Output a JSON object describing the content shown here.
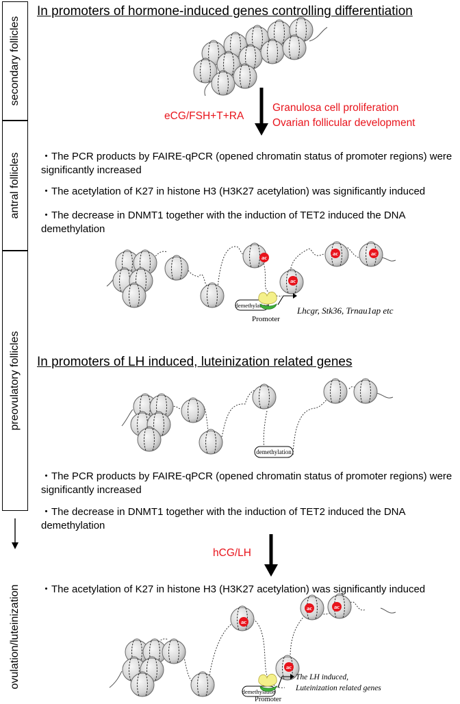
{
  "sidebar": {
    "secondary": "secondary follicles",
    "antral": "antral follicles",
    "preovulatory": "preovulatory follicles",
    "ovulation": "ovulation/luteinization"
  },
  "section1": {
    "heading": "In  promoters of hormone-induced genes controlling differentiation",
    "treatment": "eCG/FSH+T+RA",
    "effect_line1": "Granulosa cell proliferation",
    "effect_line2": "Ovarian follicular development",
    "bullets": [
      "The PCR products by FAIRE-qPCR (opened chromatin status of promoter regions) were significantly increased",
      "The acetylation of K27 in histone H3 (H3K27 acetylation)  was significantly induced",
      "The decrease in DNMT1 together with the induction of TET2 induced the DNA demethylation"
    ],
    "promoter_label": "Promoter",
    "demethylation_label": "demethylation",
    "genes_label": "Lhcgr, Stk36, Trnau1ap etc",
    "ac_label": "ac"
  },
  "section2": {
    "heading": "In  promoters of LH induced, luteinization related genes",
    "demethylation_label": "demethylation",
    "bullets": [
      "The PCR products by FAIRE-qPCR (opened chromatin status of promoter regions) were significantly increased",
      "The decrease in DNMT1 together with the induction of TET2 induced the DNA demethylation"
    ],
    "treatment": "hCG/LH",
    "bullet_after": "The acetylation of K27 in histone H3 (H3K27 acetylation)  was significantly induced",
    "promoter_label": "Promoter",
    "genes_line1": "The LH induced,",
    "genes_line2": "Luteinization related genes",
    "ac_label": "ac"
  },
  "colors": {
    "red_text": "#e8141c",
    "acetyl_marker": "#e8141c",
    "factor_yellow": "#f4f08a",
    "factor_green": "#3fb23a",
    "nucleosome_gray": "#d9d9d9"
  }
}
